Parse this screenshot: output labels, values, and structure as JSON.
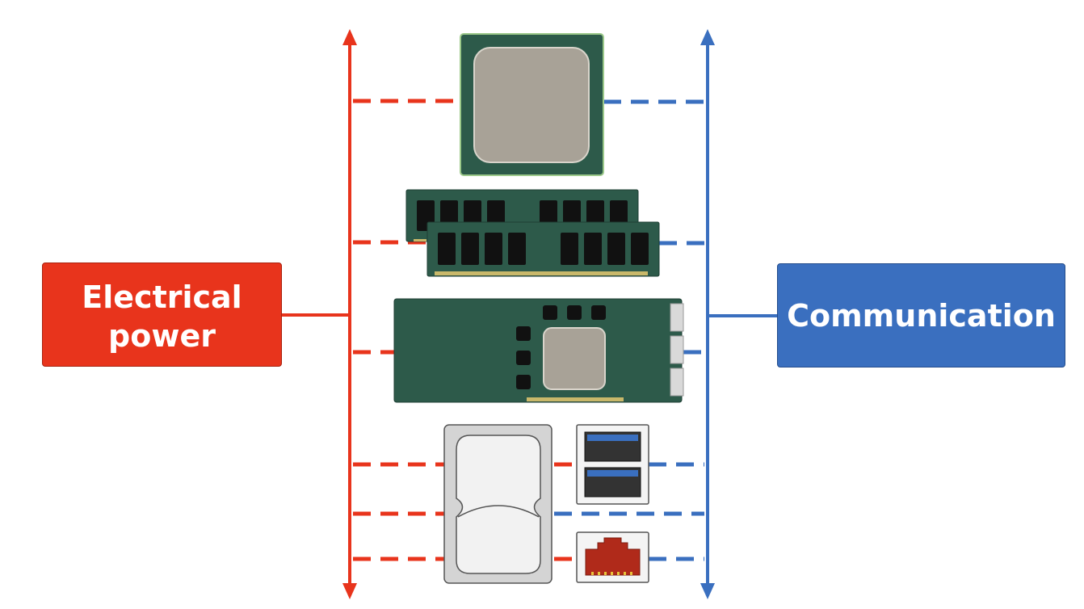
{
  "power_box": {
    "line1": "Electrical",
    "line2": "power",
    "color": "#e8341c"
  },
  "comm_box": {
    "label": "Communication",
    "color": "#3a6fbf"
  },
  "bus_colors": {
    "power": "#e8341c",
    "communication": "#3a6fbf"
  },
  "components": [
    {
      "name": "cpu",
      "icon": "cpu-chip-icon"
    },
    {
      "name": "ram",
      "icon": "ram-module-icon"
    },
    {
      "name": "expansion-card",
      "icon": "expansion-card-icon"
    },
    {
      "name": "hard-drive",
      "icon": "hard-drive-icon"
    },
    {
      "name": "usb-ports",
      "icon": "usb-port-icon"
    },
    {
      "name": "ethernet-port",
      "icon": "ethernet-port-icon"
    }
  ]
}
